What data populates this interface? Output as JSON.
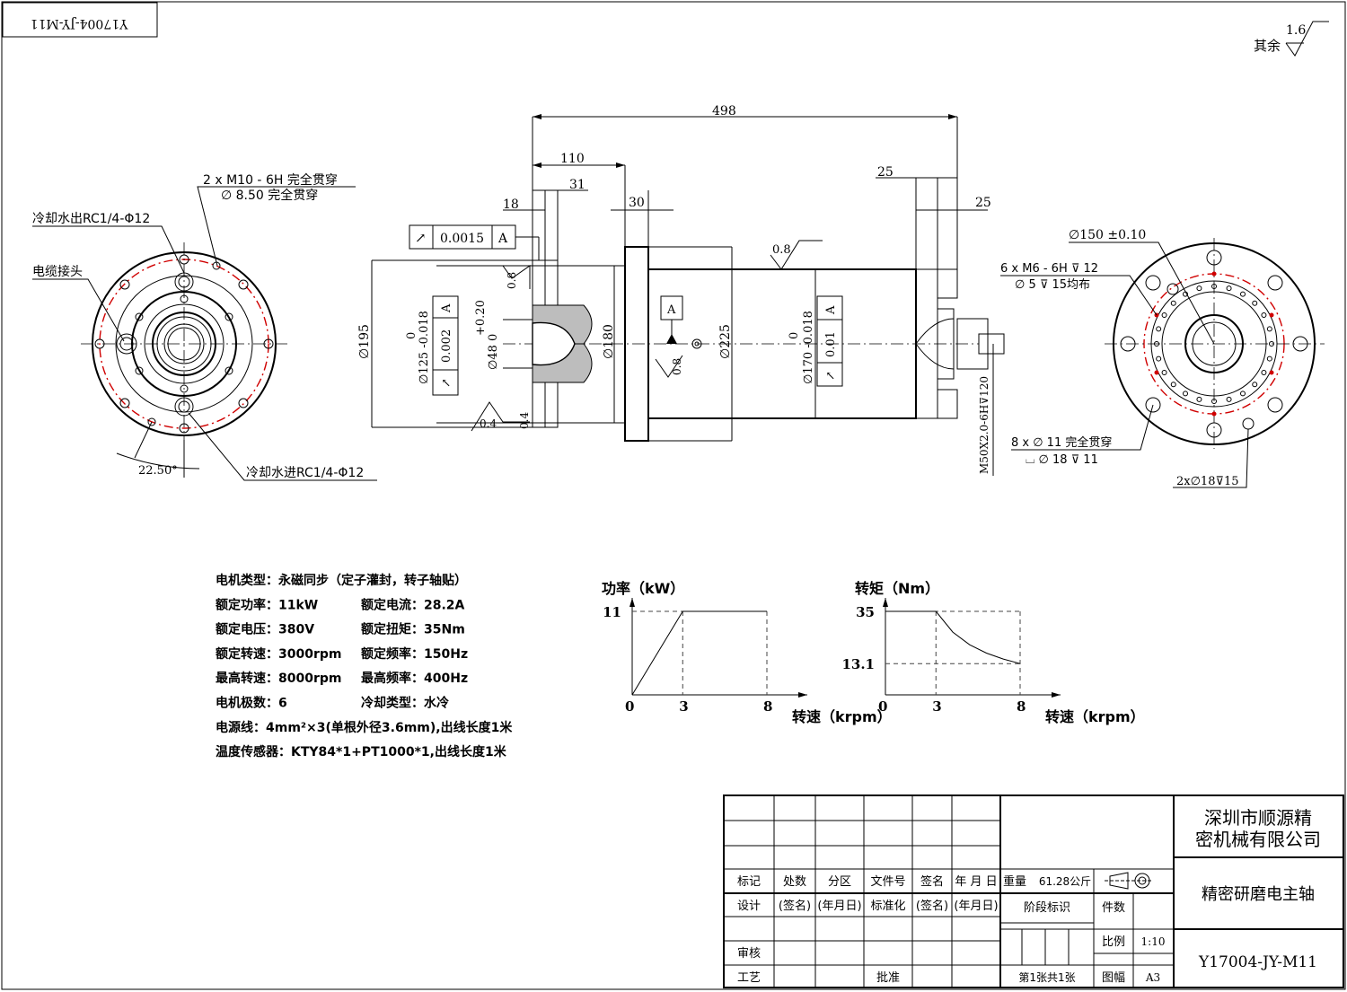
{
  "drawing_no_mirrored": "Y17004-JY-M11",
  "surface_finish": {
    "label": "其余",
    "value": "1.6"
  },
  "dims_top": {
    "d498": "498",
    "d110": "110",
    "d18": "18",
    "d31": "31",
    "d30": "30",
    "d25a": "25",
    "d25b": "25",
    "r08": "0.8"
  },
  "tolerance_frame": {
    "symbol": "↗",
    "value": "0.0015",
    "datum": "A"
  },
  "left_view": {
    "hole_note_1": "2 x  M10 - 6H 完全贯穿",
    "hole_note_2": "∅ 8.50 完全贯穿",
    "cooling_out": "冷却水出RC1/4-Φ12",
    "cable": "电缆接头",
    "angle": "22.50°",
    "cooling_in": "冷却水进RC1/4-Φ12"
  },
  "side_view": {
    "d195": "∅195",
    "d125": "∅125 -0.018",
    "d125_upper": "0",
    "tol_125_sym": "↗",
    "tol_125_val": "0.002",
    "tol_125_datum": "A",
    "d48": "∅48  0",
    "d48_upper": "+0.20",
    "d180": "∅180",
    "d225": "∅225",
    "d170": "∅170 -0.018",
    "d170_upper": "0",
    "tol_170_sym": "↗",
    "tol_170_val": "0.01",
    "tol_170_datum": "A",
    "datum_A": "A",
    "r08_mid": "0.8",
    "r08_left": "0.8",
    "r04a": "0.4",
    "r04b": "0.4",
    "thread": "M50X2.0-6H⊽120"
  },
  "right_view": {
    "d150": "∅150 ±0.10",
    "m6_1": "6 x  M6 - 6H ⊽ 12",
    "m6_2": "∅ 5 ⊽ 15均布",
    "h11_1": "8 x  ∅ 11 完全贯穿",
    "h11_2": "⌴ ∅ 18 ⊽ 11",
    "h18": "2x∅18⊽15"
  },
  "specs": [
    {
      "label": "电机类型：永磁同步（定子灌封，转子轴贴）",
      "value": ""
    },
    {
      "label": "额定功率：11kW",
      "value": "额定电流：28.2A"
    },
    {
      "label": "额定电压：380V",
      "value": "额定扭矩：35Nm"
    },
    {
      "label": "额定转速：3000rpm",
      "value": "额定频率：150Hz"
    },
    {
      "label": "最高转速：8000rpm",
      "value": "最高频率：400Hz"
    },
    {
      "label": "电机极数：6",
      "value": "冷却类型：水冷"
    },
    {
      "label": "电源线：4mm²×3(单根外径3.6mm),出线长度1米",
      "value": ""
    },
    {
      "label": "温度传感器：KTY84*1+PT1000*1,出线长度1米",
      "value": ""
    }
  ],
  "chart_data": [
    {
      "type": "line",
      "title": "",
      "ylabel": "功率（kW）",
      "xlabel": "转速（krpm）",
      "x": [
        0,
        3,
        8
      ],
      "y": [
        0,
        11,
        11
      ],
      "xticks": [
        "0",
        "3",
        "8"
      ],
      "yticks": [
        "11"
      ],
      "ylim": [
        0,
        11
      ],
      "xlim": [
        0,
        8
      ]
    },
    {
      "type": "line",
      "title": "",
      "ylabel": "转矩（Nm）",
      "xlabel": "转速（krpm）",
      "x": [
        0,
        3,
        4,
        5,
        6,
        7,
        8
      ],
      "y": [
        35,
        35,
        26.3,
        21,
        17.5,
        15,
        13.1
      ],
      "xticks": [
        "0",
        "3",
        "8"
      ],
      "yticks": [
        "35",
        "13.1"
      ],
      "ylim": [
        0,
        35
      ],
      "xlim": [
        0,
        8
      ]
    }
  ],
  "title_block": {
    "company": "深圳市顺源精密机械有限公司",
    "part_name": "精密研磨电主轴",
    "drawing_no": "Y17004-JY-M11",
    "row_header": [
      "标记",
      "处数",
      "分区",
      "文件号",
      "签名",
      "年 月 日"
    ],
    "design": "设计",
    "sign": "(签名)",
    "date": "(年月日)",
    "std": "标准化",
    "review": "审核",
    "craft": "工艺",
    "approve": "批准",
    "weight_label": "重量",
    "weight": "61.28公斤",
    "stage": "阶段标识",
    "count": "件数",
    "scale_label": "比例",
    "scale": "1:10",
    "sheet": "第1张共1张",
    "format_label": "图幅",
    "format": "A3"
  }
}
